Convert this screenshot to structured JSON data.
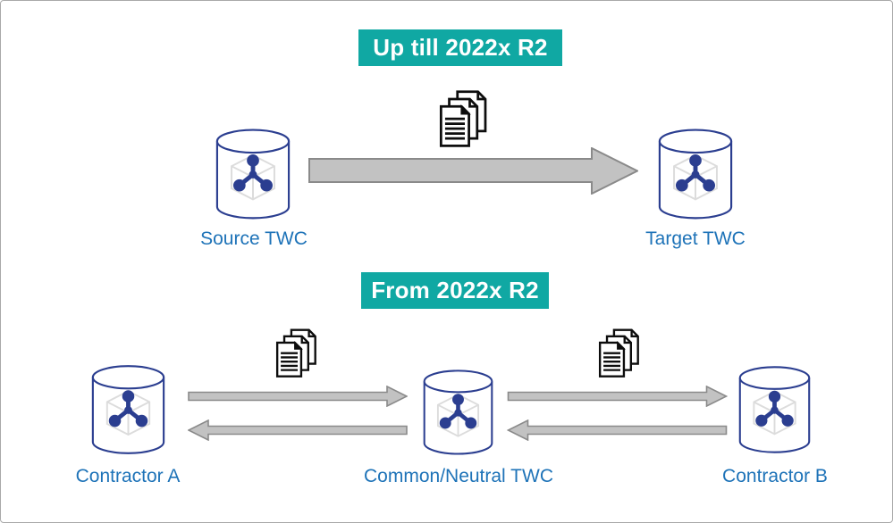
{
  "diagram": {
    "sections": [
      {
        "title": "Up till 2022x R2",
        "nodes": [
          {
            "label": "Source TWC",
            "icon": "twc-database-icon"
          },
          {
            "label": "Target TWC",
            "icon": "twc-database-icon"
          }
        ],
        "flows": [
          {
            "from": "Source TWC",
            "to": "Target TWC",
            "direction": "right",
            "payload_icon": "documents-stack-icon"
          }
        ]
      },
      {
        "title": "From 2022x R2",
        "nodes": [
          {
            "label": "Contractor A",
            "icon": "twc-database-icon"
          },
          {
            "label": "Common/Neutral TWC",
            "icon": "twc-database-icon"
          },
          {
            "label": "Contractor B",
            "icon": "twc-database-icon"
          }
        ],
        "flows": [
          {
            "from": "Contractor A",
            "to": "Common/Neutral TWC",
            "direction": "both",
            "payload_icon": "documents-stack-icon"
          },
          {
            "from": "Common/Neutral TWC",
            "to": "Contractor B",
            "direction": "both",
            "payload_icon": "documents-stack-icon"
          }
        ]
      }
    ]
  },
  "icons": {
    "twc-database-icon": "cylinder database with cube and molecule hub",
    "documents-stack-icon": "stack of three documents with text lines",
    "arrow-right-icon": "gray block arrow pointing right",
    "arrow-left-icon": "gray block arrow pointing left"
  },
  "colors": {
    "header_teal": "#10a8a3",
    "header_text": "#ffffff",
    "label_blue": "#1e73b8",
    "database_navy": "#2b3e90",
    "cube_gray": "#dcdcdc",
    "arrow_fill": "#c2c2c2",
    "arrow_stroke": "#8a8a8a",
    "document_black": "#0d0d0d",
    "frame_border": "#a9a9a9"
  }
}
